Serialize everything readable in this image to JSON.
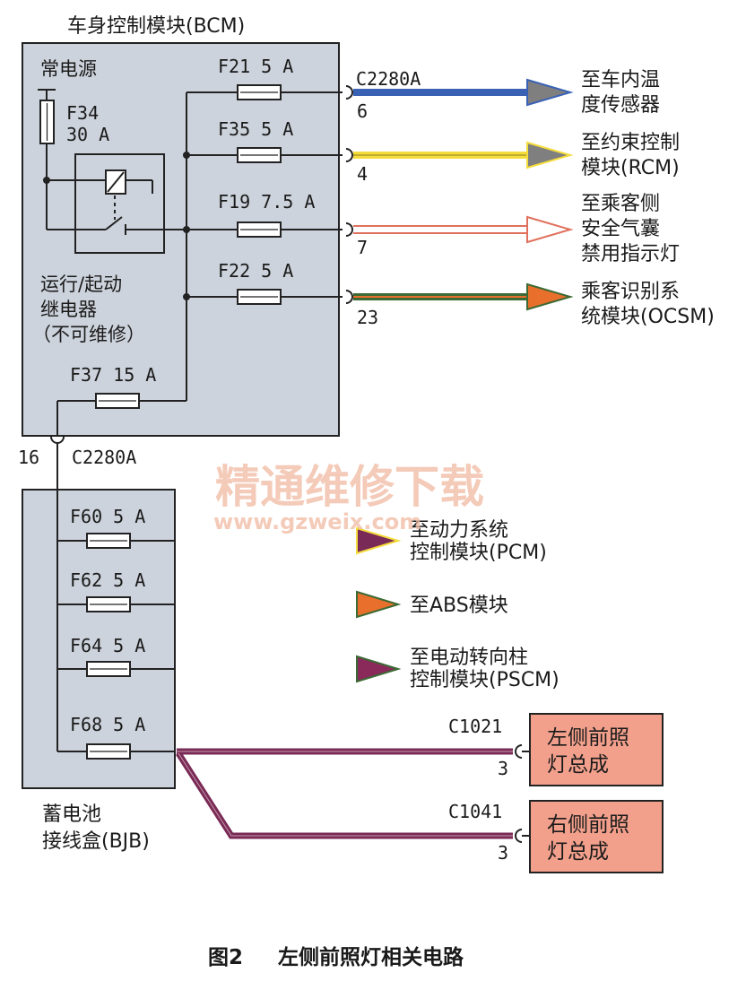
{
  "bcm": {
    "title": "车身控制模块(BCM)",
    "power_label": "常电源",
    "main_fuse": {
      "name": "F34",
      "rating": "30 A"
    },
    "relay_label": [
      "运行/起动",
      "继电器",
      "（不可维修）"
    ],
    "feed_fuse": "F37  15 A",
    "connector_top": "C2280A",
    "connector_bottom": "C2280A",
    "connector_bottom_pin": "16",
    "fuses": [
      {
        "label": "F21  5 A",
        "pin": "6",
        "target": [
          "至车内温",
          "度传感器"
        ]
      },
      {
        "label": "F35  5 A",
        "pin": "4",
        "target": [
          "至约束控制",
          "模块(RCM)"
        ]
      },
      {
        "label": "F19  7.5 A",
        "pin": "7",
        "target": [
          "至乘客侧",
          "安全气囊",
          "禁用指示灯"
        ]
      },
      {
        "label": "F22   5 A",
        "pin": "23",
        "target": [
          "乘客识别系",
          "统模块(OCSM)"
        ]
      }
    ]
  },
  "bjb": {
    "label": [
      "蓄电池",
      "接线盒(BJB)"
    ],
    "fuses": [
      {
        "label": "F60  5 A",
        "target": [
          "至动力系统",
          "控制模块(PCM)"
        ]
      },
      {
        "label": "F62  5 A",
        "target": [
          "至ABS模块"
        ]
      },
      {
        "label": "F64  5 A",
        "target": [
          "至电动转向柱",
          "控制模块(PSCM)"
        ]
      },
      {
        "label": "F68  5 A"
      }
    ]
  },
  "lamps": [
    {
      "connector": "C1021",
      "pin": "3",
      "name": [
        "左侧前照",
        "灯总成"
      ]
    },
    {
      "connector": "C1041",
      "pin": "3",
      "name": [
        "右侧前照",
        "灯总成"
      ]
    }
  ],
  "watermark": {
    "title": "精通维修下载",
    "url": "www.gzweix.com"
  },
  "caption": {
    "fig": "图2",
    "text": "左侧前照灯相关电路"
  },
  "colors": {
    "module_fill": "#cdd3dc",
    "lamp_fill": "#f2a08c",
    "wire_blue": "#3a62b4",
    "wire_yellow": "#f4dc3c",
    "wire_red": "#e0705c",
    "wire_orange": "#e8702c",
    "wire_darkgreen": "#3c6a34",
    "wire_purple": "#7a2a56",
    "watermark": "#f0b8a0"
  }
}
